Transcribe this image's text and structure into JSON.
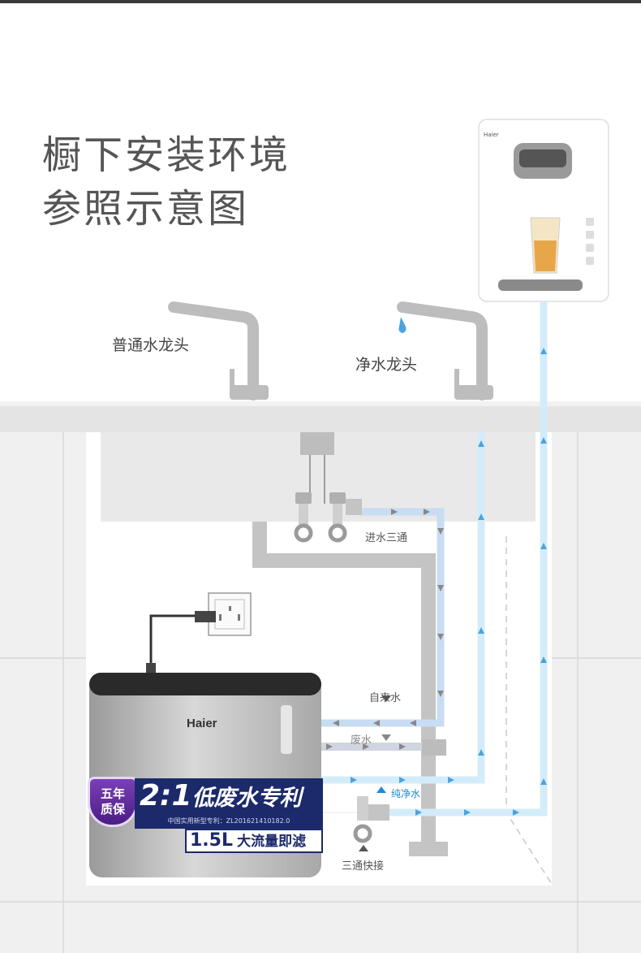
{
  "title": {
    "line1": "橱下安装环境",
    "line2": "参照示意图"
  },
  "labels": {
    "normal_faucet": "普通水龙头",
    "pure_faucet": "净水龙头",
    "inlet_tee": "进水三通",
    "tap_water": "自来水",
    "waste_water": "废水",
    "pure_water": "纯净水",
    "quick_tee": "三通快接"
  },
  "purifier": {
    "brand": "Haier",
    "badge_warranty_line1": "五年",
    "badge_warranty_line2": "质保",
    "badge_ratio": "2:1",
    "badge_ratio_text": "低废水专利",
    "badge_patent": "中国实用新型专利：ZL201621410182.0",
    "badge_volume": "1.5L",
    "badge_flow_text": "大流量即滤"
  },
  "colors": {
    "pure_line": "#cfe9f8",
    "tap_line": "#c5d8ee",
    "arrow_blue": "#4aa3e0",
    "gray_pipe": "#a9a9a9",
    "badge_navy": "#1c2a6b",
    "badge_purple": "#5b2a9b"
  }
}
